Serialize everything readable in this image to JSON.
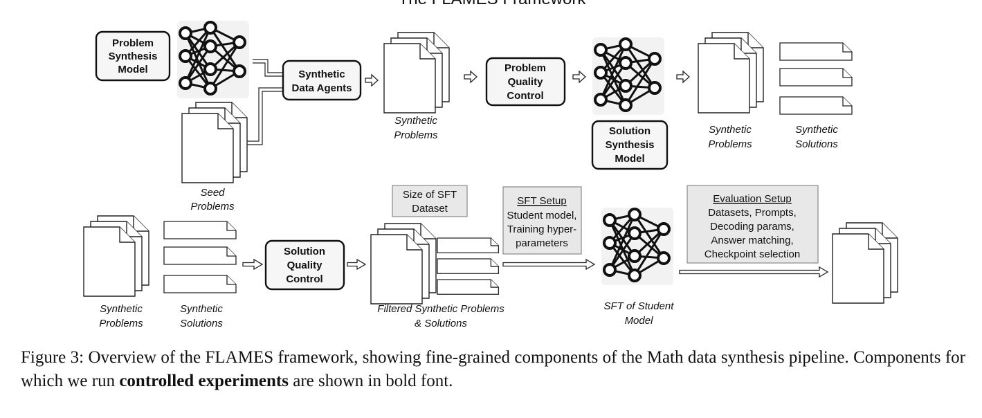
{
  "title": "The FLAMES Framework",
  "labels": {
    "problem_synthesis_model": [
      "Problem",
      "Synthesis",
      "Model"
    ],
    "synthetic_data_agents": [
      "Synthetic",
      "Data Agents"
    ],
    "problem_quality_control": [
      "Problem",
      "Quality",
      "Control"
    ],
    "solution_synthesis_model": [
      "Solution",
      "Synthesis",
      "Model"
    ],
    "seed_problems": [
      "Seed",
      "Problems"
    ],
    "synthetic_problems_1": [
      "Synthetic",
      "Problems"
    ],
    "synthetic_problems_2": [
      "Synthetic",
      "Problems"
    ],
    "synthetic_solutions_1": [
      "Synthetic",
      "Solutions"
    ],
    "synthetic_problems_3": [
      "Synthetic",
      "Problems"
    ],
    "synthetic_solutions_2": [
      "Synthetic",
      "Solutions"
    ],
    "solution_quality_control": [
      "Solution",
      "Quality",
      "Control"
    ],
    "size_of_sft": [
      "Size of SFT",
      "Dataset"
    ],
    "filtered": [
      "Filtered Synthetic Problems",
      "& Solutions"
    ],
    "sft_setup_title": "SFT Setup",
    "sft_setup_body": [
      "Student model,",
      "Training hyper-",
      "parameters"
    ],
    "sft_student": [
      "SFT of Student",
      "Model"
    ],
    "eval_setup_title": "Evaluation Setup",
    "eval_setup_body": [
      "Datasets, Prompts,",
      "Decoding params,",
      "Answer matching,",
      "Checkpoint selection"
    ]
  },
  "caption": {
    "prefix": "Figure 3: Overview of the FLAMES framework, showing fine-grained components of the Math data synthesis pipeline. Components for which we run ",
    "bold": "controlled experiments",
    "suffix": " are shown in bold font."
  },
  "icons": [
    "neural-network-icon",
    "document-stack-icon",
    "solution-sheet-icon",
    "hollow-arrow-icon"
  ]
}
